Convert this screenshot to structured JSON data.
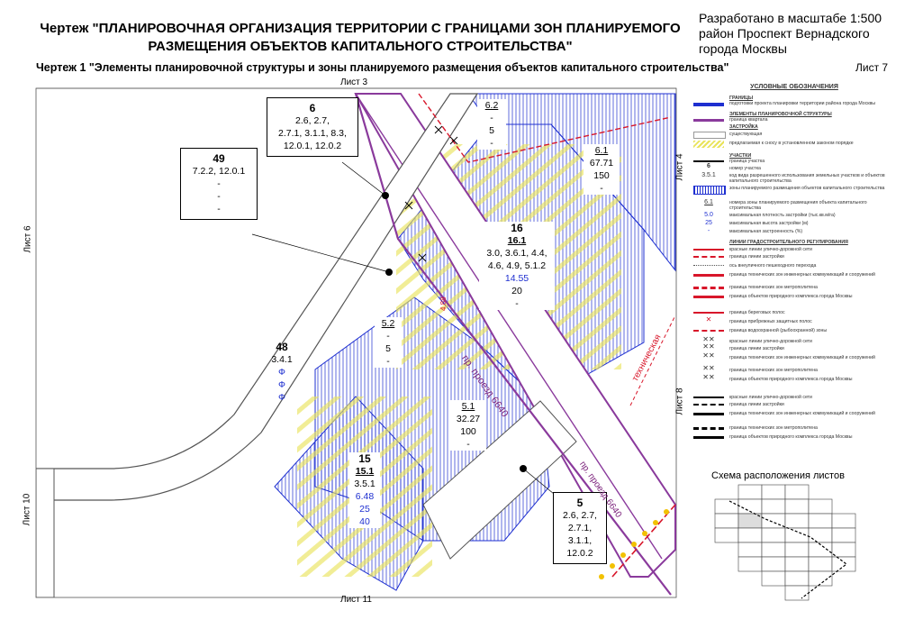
{
  "header": {
    "title_line1": "Чертеж \"ПЛАНИРОВОЧНАЯ ОРГАНИЗАЦИЯ ТЕРРИТОРИИ С ГРАНИЦАМИ ЗОН ПЛАНИРУЕМОГО",
    "title_line2": "РАЗМЕЩЕНИЯ ОБЪЕКТОВ КАПИТАЛЬНОГО СТРОИТЕЛЬСТВА\"",
    "scale_line1": "Разработано в масштабе 1:500",
    "scale_line2": "район Проспект Вернадского",
    "scale_line3": "города Москвы",
    "subtitle": "Чертеж 1 \"Элементы планировочной структуры и зоны планируемого размещения объектов капитального строительства\"",
    "sheet": "Лист 7"
  },
  "adjacent_sheets": {
    "top": "Лист 3",
    "left": "Лист 6",
    "left_bottom": "Лист 10",
    "bottom": "Лист 11",
    "right_top": "Лист 4",
    "right_bottom": "Лист 8"
  },
  "callouts": {
    "c6": {
      "num": "6",
      "l1": "2.6, 2.7,",
      "l2": "2.7.1, 3.1.1, 8.3,",
      "l3": "12.0.1, 12.0.2"
    },
    "c49": {
      "num": "49",
      "l1": "7.2.2, 12.0.1",
      "l2": "-",
      "l3": "-",
      "l4": "-"
    },
    "c5": {
      "num": "5",
      "l1": "2.6, 2.7,",
      "l2": "2.7.1,",
      "l3": "3.1.1,",
      "l4": "12.0.2"
    }
  },
  "zones": {
    "z62": {
      "num": "6.2",
      "l1": "-",
      "l2": "5",
      "l3": "-"
    },
    "z61": {
      "num": "6.1",
      "l1": "67.71",
      "l2": "150",
      "l3": "-"
    },
    "z16": {
      "num": "16",
      "sub": "16.1",
      "l1": "3.0, 3.6.1, 4.4,",
      "l2": "4.6, 4.9, 5.1.2",
      "l3": "14.55",
      "l4": "20",
      "l5": "-"
    },
    "z52": {
      "num": "5.2",
      "l1": "-",
      "l2": "5",
      "l3": "-"
    },
    "z51": {
      "num": "5.1",
      "l1": "32.27",
      "l2": "100",
      "l3": "-"
    },
    "z48": {
      "num": "48",
      "l1": "3.4.1",
      "l2": "Ф",
      "l3": "Ф",
      "l4": "Ф"
    },
    "z15": {
      "num": "15",
      "sub": "15.1",
      "l1": "3.5.1",
      "l2": "6.48",
      "l3": "25",
      "l4": "40"
    }
  },
  "roads": {
    "road1": "пр. проезд 6640",
    "road2": "пр. проезд 6640",
    "tech": "техническая",
    "dim": "4.88"
  },
  "legend": {
    "title": "УСЛОВНЫЕ ОБОЗНАЧЕНИЯ",
    "borders_head": "ГРАНИЦЫ",
    "b1": "подготовки проекта планировки территории района города Москвы",
    "planning_head": "ЭЛЕМЕНТЫ ПЛАНИРОВОЧНОЙ СТРУКТУРЫ",
    "p1": "граница квартала",
    "build_head": "ЗАСТРОЙКА",
    "bd1": "существующая",
    "bd2": "предлагаемая к сносу в установленном законом порядке",
    "plots_head": "УЧАСТКИ",
    "u1": "граница участка",
    "u2": "номер участка",
    "u3": "код вида разрешенного использования земельных участков и объектов капитального строительства",
    "u4": "зоны планируемого размещения объектов капитального строительства",
    "u5": "номера зоны планируемого размещения объекта капитального строительства",
    "u6": "максимальная плотность застройки (тыс.кв.м/га)",
    "u7": "максимальная высота застройки (м)",
    "u8": "максимальная застроенность (%)",
    "sym_u2": "6",
    "sym_u3": "3.5.1",
    "sym_u5": "6.1",
    "sym_u6": "5.0",
    "sym_u7": "25",
    "sym_u8": "-",
    "reg_head": "ЛИНИИ ГРАДОСТРОИТЕЛЬНОГО РЕГУЛИРОВАНИЯ",
    "r1": "красные линии улично-дорожной сети",
    "r2": "граница линии застройки",
    "r3": "ось внеуличного пешеходного перехода",
    "r4": "граница технических зон инженерных коммуникаций и сооружений",
    "r5": "граница технических зон метрополитена",
    "r6": "граница объектов природного комплекса города Москвы",
    "r7": "граница береговых полос",
    "r8": "граница прибрежных защитных полос",
    "r9": "граница водоохранной (рыбоохранной) зоны",
    "r10": "красные линии улично-дорожной сети",
    "r11": "граница линии застройки",
    "r12": "граница технических зон инженерных коммуникаций и сооружений",
    "r13": "граница технических зон метрополитена",
    "r14": "граница объектов природного комплекса города Москвы",
    "r15": "красные линии улично-дорожной сети",
    "r16": "граница линии застройки",
    "r17": "граница технических зон инженерных коммуникаций и сооружений",
    "r18": "граница технических зон метрополитена",
    "r19": "граница объектов природного комплекса города Москвы"
  },
  "scheme": {
    "title": "Схема расположения листов"
  },
  "colors": {
    "block_border": "#8a3a9c",
    "hatch": "#1e2fd0",
    "build_yellow": "#e9e35a",
    "red_line": "#d8162a",
    "road_text": "#7a1f7a"
  }
}
